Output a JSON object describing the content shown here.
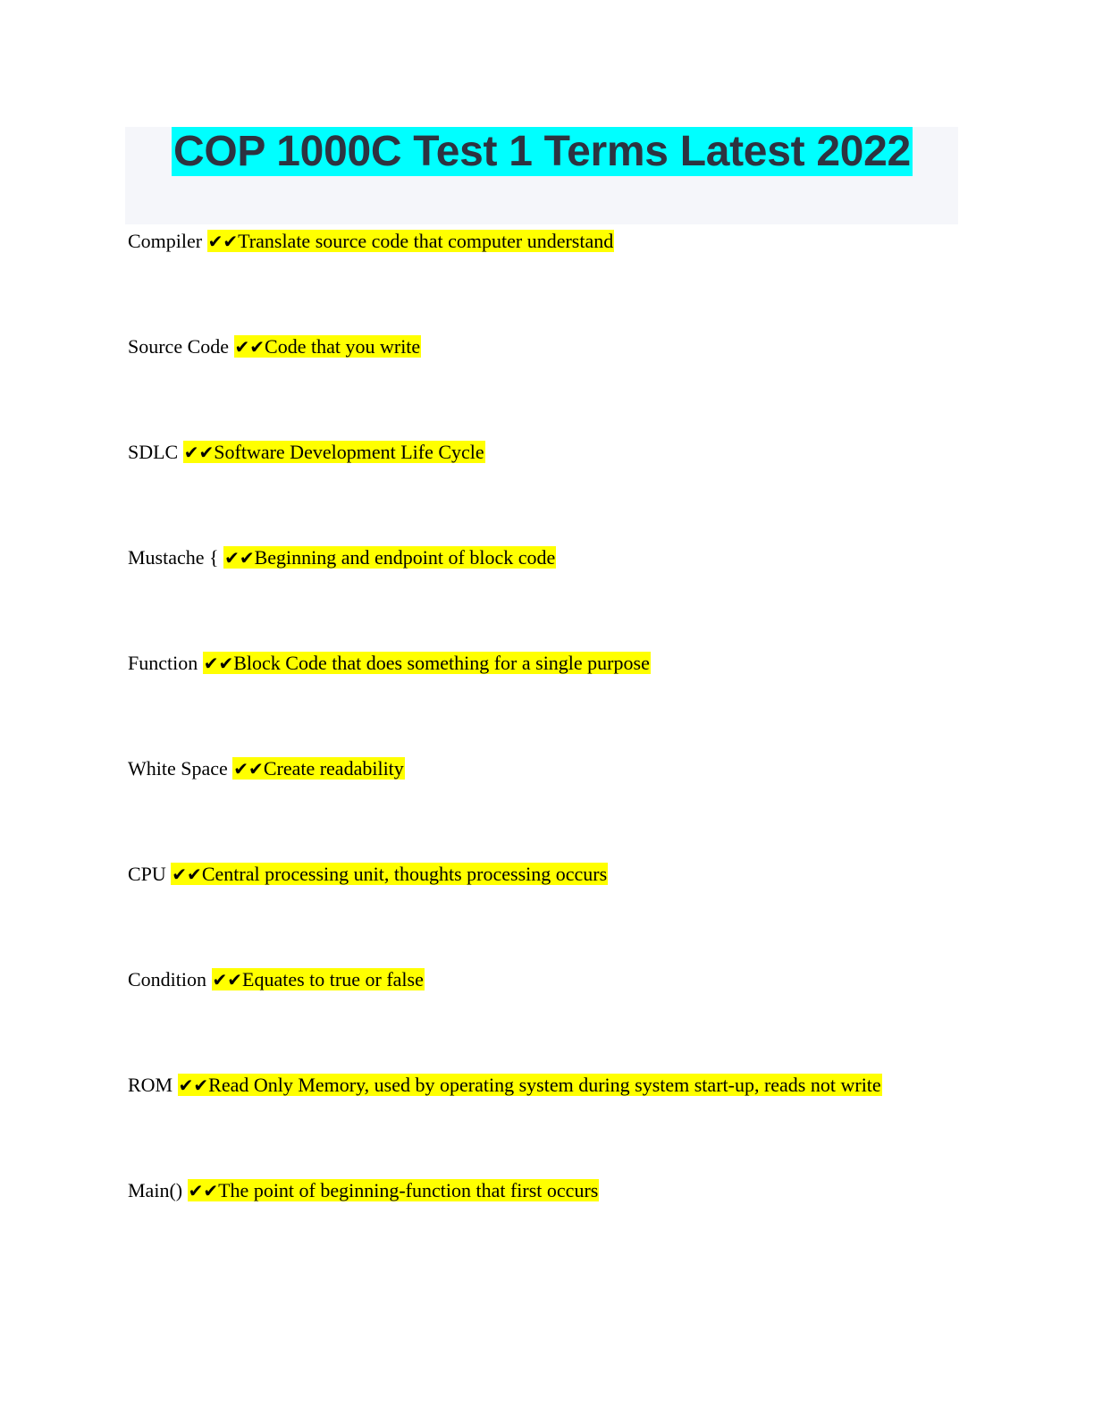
{
  "title": "COP 1000C Test 1 Terms Latest 2022",
  "check_mark": "✔✔",
  "terms": [
    {
      "term": "Compiler",
      "definition": "Translate source code that computer understand"
    },
    {
      "term": "Source Code",
      "definition": "Code that you write"
    },
    {
      "term": "SDLC",
      "definition": "Software Development Life Cycle"
    },
    {
      "term": "Mustache {",
      "definition": "Beginning and endpoint of block code"
    },
    {
      "term": "Function",
      "definition": "Block Code that does something for a single purpose"
    },
    {
      "term": "White Space",
      "definition": "Create readability"
    },
    {
      "term": "CPU",
      "definition": "Central processing unit, thoughts processing occurs"
    },
    {
      "term": "Condition",
      "definition": "Equates to true or false"
    },
    {
      "term": "ROM",
      "definition": "Read Only Memory, used by operating system during system start-up, reads not write"
    },
    {
      "term": "Main()",
      "definition": "The point of beginning-function that first occurs"
    }
  ],
  "colors": {
    "title_highlight": "#00ffff",
    "definition_highlight": "#ffff00",
    "title_text": "#2d3340",
    "title_box": "#f5f6fa"
  }
}
